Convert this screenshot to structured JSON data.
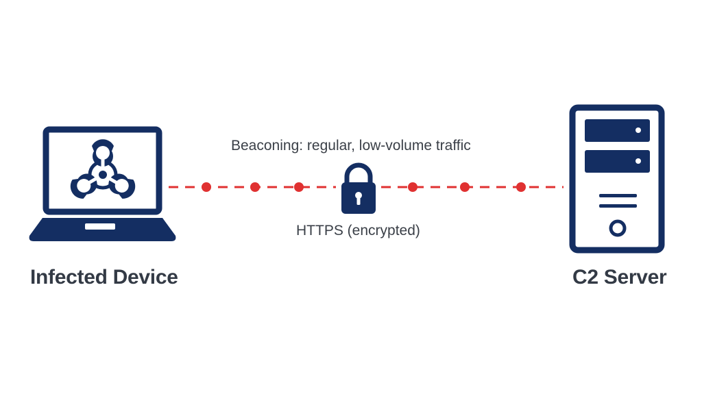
{
  "nodes": {
    "infected": {
      "label": "Infected Device",
      "icon": "laptop-biohazard-icon"
    },
    "server": {
      "label": "C2 Server",
      "icon": "server-tower-icon"
    }
  },
  "connection": {
    "beacon_label": "Beaconing: regular, low-volume traffic",
    "protocol_label": "HTTPS (encrypted)",
    "icon": "padlock-icon"
  },
  "colors": {
    "icon": "#142e62",
    "link": "#e03131",
    "text": "#333a45"
  }
}
